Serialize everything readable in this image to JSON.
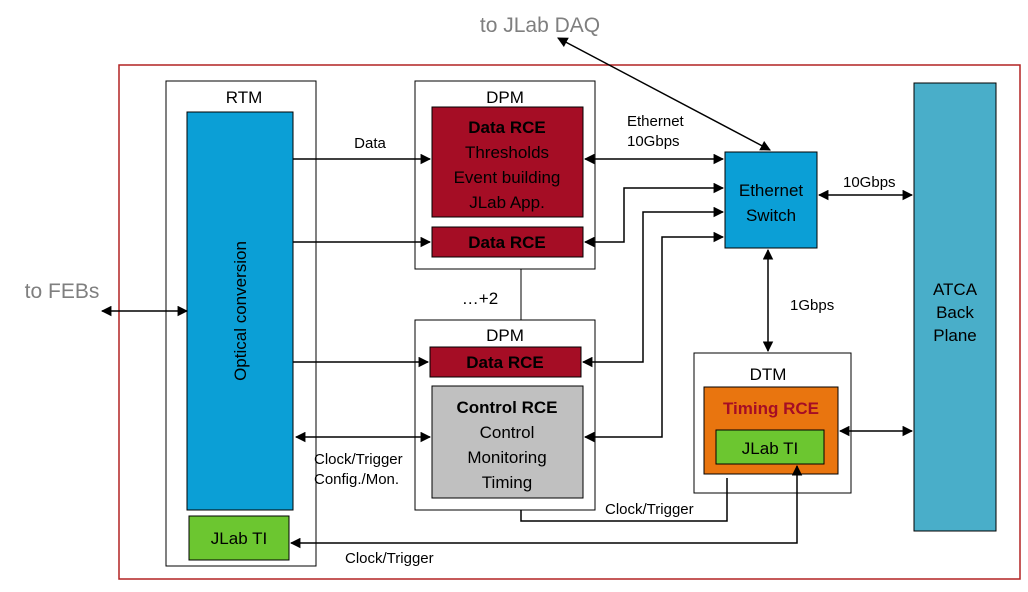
{
  "external": {
    "daq": "to JLab DAQ",
    "febs": "to FEBs"
  },
  "rtm": {
    "title": "RTM",
    "optical": "Optical conversion",
    "ti": "JLab TI"
  },
  "dpm1": {
    "title": "DPM",
    "rce_main": {
      "title": "Data RCE",
      "lines": [
        "Thresholds",
        "Event building",
        "JLab App."
      ]
    },
    "rce_second": "Data RCE"
  },
  "dpm2": {
    "title": "DPM",
    "rce_data": "Data RCE",
    "control": {
      "title": "Control RCE",
      "lines": [
        "Control",
        "Monitoring",
        "Timing"
      ]
    }
  },
  "multiplier": "…+2",
  "switch": {
    "line1": "Ethernet",
    "line2": "Switch"
  },
  "backplane": {
    "line1": "ATCA",
    "line2": "Back",
    "line3": "Plane"
  },
  "dtm": {
    "title": "DTM",
    "timing": "Timing RCE",
    "ti": "JLab TI"
  },
  "labels": {
    "data": "Data",
    "ethernet_1": "Ethernet",
    "ethernet_2": "10Gbps",
    "speed_10g": "10Gbps",
    "speed_1g": "1Gbps",
    "clock_trigger_cfg_1": "Clock/Trigger",
    "clock_trigger_cfg_2": "Config./Mon.",
    "clock_trigger_dtm": "Clock/Trigger",
    "clock_trigger_rtm": "Clock/Trigger"
  },
  "colors": {
    "frame": "#b22222",
    "dark_red": "#a50d25",
    "blue": "#0b9fd6",
    "teal": "#49aec9",
    "gray": "#c0c0c0",
    "orange": "#e9750f",
    "green": "#6cc630",
    "label_gray": "#7f7f7f"
  }
}
